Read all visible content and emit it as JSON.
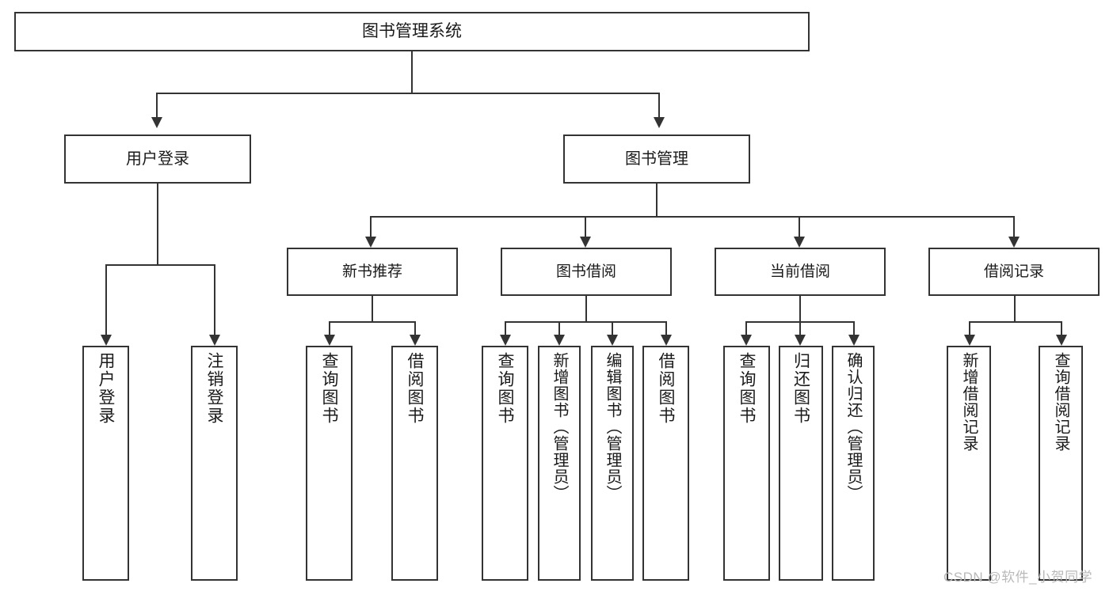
{
  "diagram": {
    "title": "图书管理系统",
    "root": {
      "label": "图书管理系统"
    },
    "level1": [
      {
        "id": "user-login",
        "label": "用户登录"
      },
      {
        "id": "book-management",
        "label": "图书管理"
      }
    ],
    "level2": [
      {
        "id": "new-book-recommend",
        "label": "新书推荐"
      },
      {
        "id": "book-borrow",
        "label": "图书借阅"
      },
      {
        "id": "current-borrow",
        "label": "当前借阅"
      },
      {
        "id": "borrow-record",
        "label": "借阅记录"
      }
    ],
    "leaves": {
      "user_login": [
        {
          "id": "leaf-user-login",
          "label": "用户登录"
        },
        {
          "id": "leaf-logout",
          "label": "注销登录"
        }
      ],
      "new_book_recommend": [
        {
          "id": "leaf-query-book-1",
          "label": "查询图书"
        },
        {
          "id": "leaf-borrow-book-1",
          "label": "借阅图书"
        }
      ],
      "book_borrow": [
        {
          "id": "leaf-query-book-2",
          "label": "查询图书"
        },
        {
          "id": "leaf-add-book",
          "label": "新增图书（管理员）"
        },
        {
          "id": "leaf-edit-book",
          "label": "编辑图书（管理员）"
        },
        {
          "id": "leaf-borrow-book-2",
          "label": "借阅图书"
        }
      ],
      "current_borrow": [
        {
          "id": "leaf-query-book-3",
          "label": "查询图书"
        },
        {
          "id": "leaf-return-book",
          "label": "归还图书"
        },
        {
          "id": "leaf-confirm-return",
          "label": "确认归还（管理员）"
        }
      ],
      "borrow_record": [
        {
          "id": "leaf-add-record",
          "label": "新增借阅记录"
        },
        {
          "id": "leaf-query-record",
          "label": "查询借阅记录"
        }
      ]
    }
  },
  "watermark": {
    "text": "CSDN @软件_小贺同学"
  },
  "colors": {
    "stroke": "#333333",
    "background": "#ffffff",
    "text": "#1a1a1a",
    "watermark": "#b9b9b9"
  }
}
